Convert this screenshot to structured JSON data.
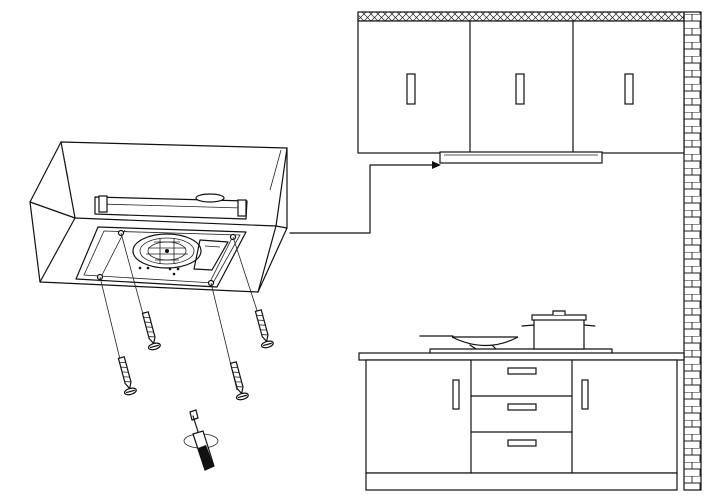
{
  "figure": {
    "kind": "installation-diagram",
    "colors": {
      "line": "#111111",
      "background": "#ffffff"
    },
    "parts": {
      "upper_cabinets": {
        "door_count": 3
      },
      "range_hood": {
        "state": "installed-under-cabinet"
      },
      "wall": {
        "type": "brick"
      },
      "mounting_screws": {
        "count": 4
      },
      "tool": {
        "icon": "screwdriver-icon"
      },
      "lower_cabinets": {
        "drawer_count": 3,
        "door_count": 2
      },
      "cooktop": {
        "items": [
          "wok",
          "cooking-pot"
        ]
      }
    }
  }
}
